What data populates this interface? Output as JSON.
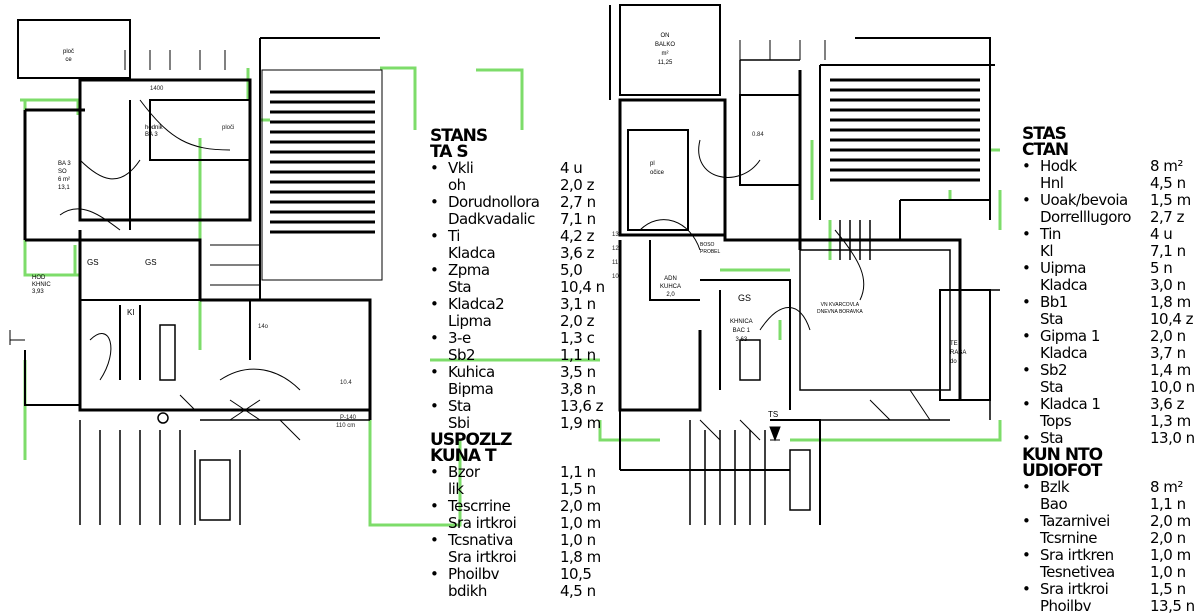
{
  "colors": {
    "wall": "#000000",
    "accent_green": "#7ddc6a"
  },
  "left_plan": {
    "balcony": {
      "line1": "ploč",
      "line2": "ce"
    },
    "room_main": {
      "line1": "BA 3",
      "line2": "SO",
      "line3": "6 m²",
      "line4": "13,1"
    },
    "hall_label": {
      "line1": "hodnik",
      "line2": "BA 3"
    },
    "ploc_left": "ploči",
    "kitchen": {
      "line1": "HOD",
      "line2": "KHNIC",
      "line3": "3,93"
    },
    "gs1": "GS",
    "gs2": "GS",
    "ki": "KI",
    "dim_1": "1400",
    "dim_2": "14o",
    "dim_3": "P-140",
    "dim_4": "110 cm",
    "dim_5": "10.4"
  },
  "middle_legend": {
    "title1": "STANS",
    "title2": "TA S",
    "items": [
      {
        "name": "Vkli",
        "value": "4 u"
      },
      {
        "name": "oh",
        "value": "2,0 z"
      },
      {
        "name": "Dorudnollora",
        "value": "2,7 n"
      },
      {
        "name": "Dadkvadalic",
        "value": "7,1 n"
      },
      {
        "name": "Ti",
        "value": "4,2 z"
      },
      {
        "name": "Kladca",
        "value": "3,6 z"
      },
      {
        "name": "Zpma",
        "value": "5,0"
      },
      {
        "name": "Sta",
        "value": "10,4 n"
      },
      {
        "name": "Kladca2",
        "value": "3,1 n"
      },
      {
        "name": "Lipma",
        "value": "2,0 z"
      },
      {
        "name": "3-e",
        "value": "1,3 c"
      },
      {
        "name": "Sb2",
        "value": "1,1 n"
      },
      {
        "name": "Kuhica",
        "value": "3,5 n"
      },
      {
        "name": "Bipma",
        "value": "3,8 n"
      },
      {
        "name": "Sta",
        "value": "13,6 z"
      },
      {
        "name": "Sbi",
        "value": "1,9 m"
      }
    ],
    "section2": {
      "line1": "USPOZLZ",
      "line2": "KUNA T"
    },
    "items2": [
      {
        "name": "Bzor",
        "value": "1,1 n"
      },
      {
        "name": "lik",
        "value": "1,5 n"
      },
      {
        "name": "Tescrrine",
        "value": "2,0 m"
      },
      {
        "name": "Sra irtkroi",
        "value": "1,0 m"
      },
      {
        "name": "Tcsnativa",
        "value": "1,0 n"
      },
      {
        "name": "Sra irtkroi",
        "value": "1,8 m"
      },
      {
        "name": "Phoilbv",
        "value": "10,5 m"
      },
      {
        "name": "bdikh",
        "value": "4,5 n"
      }
    ]
  },
  "right_plan": {
    "balcony": {
      "line1": "ON",
      "line2": "BALKO",
      "line3": "m²",
      "line4": "11,25"
    },
    "room_a": {
      "line1": "pl",
      "line2": "očice"
    },
    "room_b": "0.84",
    "kitchen": {
      "line1": "ADN",
      "line2": "KUHCA",
      "line3": "2,0"
    },
    "kitchen2": {
      "line1": "KHNICA",
      "line2": "BAC 1",
      "line3": "3,63"
    },
    "gs": "GS",
    "living": {
      "line1": "VN KVARCOVLA",
      "line2": "DNEVNA BORAVKA"
    },
    "box_label": {
      "line1": "BOSO",
      "line2": "PROBEL"
    },
    "ts": "TS",
    "terrace": {
      "line1": "TE",
      "line2": "RASA",
      "line3": "do"
    },
    "nums_left": [
      "13",
      "12",
      "11",
      "10"
    ]
  },
  "right_legend": {
    "title1": "STAS",
    "title2": "CTAN",
    "items": [
      {
        "name": "Hodk",
        "value": "8 m²"
      },
      {
        "name": "Hnl",
        "value": "4,5 n"
      },
      {
        "name": "Uoak/bevoia",
        "value": "1,5 m"
      },
      {
        "name": "Dorrelllugoro",
        "value": "2,7 z"
      },
      {
        "name": "Tin",
        "value": "4 u"
      },
      {
        "name": "Kl",
        "value": "7,1 n"
      },
      {
        "name": "Uipma",
        "value": "5 n"
      },
      {
        "name": "Kladca",
        "value": "3,0 n"
      },
      {
        "name": "Bb1",
        "value": "1,8 m"
      },
      {
        "name": "Sta",
        "value": "10,4 z"
      },
      {
        "name": "Gipma 1",
        "value": "2,0 n"
      },
      {
        "name": "Kladca",
        "value": "3,7 n"
      },
      {
        "name": "Sb2",
        "value": "1,4 m"
      },
      {
        "name": "Sta",
        "value": "10,0 n"
      },
      {
        "name": "Kladca 1",
        "value": "3,6 z"
      },
      {
        "name": "Tops",
        "value": "1,3 m"
      },
      {
        "name": "Sta",
        "value": "13,0 n"
      }
    ],
    "section2": {
      "line1": "KUN NTO",
      "line2": "UDIOFOT"
    },
    "items2": [
      {
        "name": "Bzlk",
        "value": "8 m²"
      },
      {
        "name": "Bao",
        "value": "1,1 n"
      },
      {
        "name": "Tazarnivei",
        "value": "2,0 m"
      },
      {
        "name": "Tcsrnine",
        "value": "2,0 n"
      },
      {
        "name": "Sra irtkren",
        "value": "1,0 m"
      },
      {
        "name": "Tesnetivea",
        "value": "1,0 n"
      },
      {
        "name": "Sra irtkroi",
        "value": "1,5 n"
      },
      {
        "name": "Phoilbv",
        "value": "13,5 n"
      }
    ]
  }
}
